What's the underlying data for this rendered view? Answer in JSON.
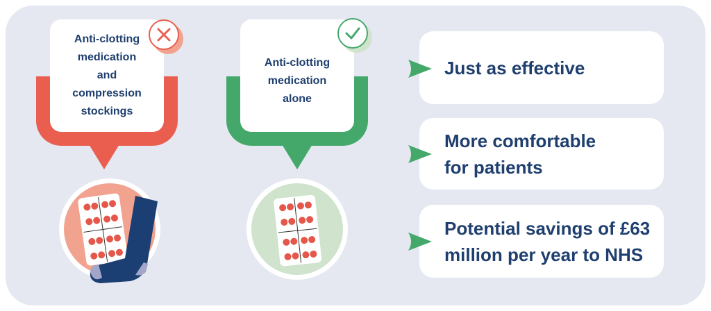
{
  "options": [
    {
      "label_lines": [
        "Anti-clotting",
        "medication",
        "and",
        "compression",
        "stockings"
      ],
      "status": "cross-icon",
      "color": "#ea5e4f",
      "light": "#f2a38f"
    },
    {
      "label_lines": [
        "Anti-clotting",
        "medication",
        "alone"
      ],
      "status": "check-icon",
      "color": "#45a86b",
      "light": "#cfe3cd"
    }
  ],
  "benefits": [
    {
      "lines": [
        "Just as effective"
      ]
    },
    {
      "lines": [
        "More comfortable",
        "for patients"
      ]
    },
    {
      "lines": [
        "Potential savings of £63",
        "million per year to NHS"
      ]
    }
  ],
  "colors": {
    "text": "#1f3f6e",
    "background": "#e5e8f0",
    "sock": "#1b3f73",
    "pill": "#e4574a"
  }
}
